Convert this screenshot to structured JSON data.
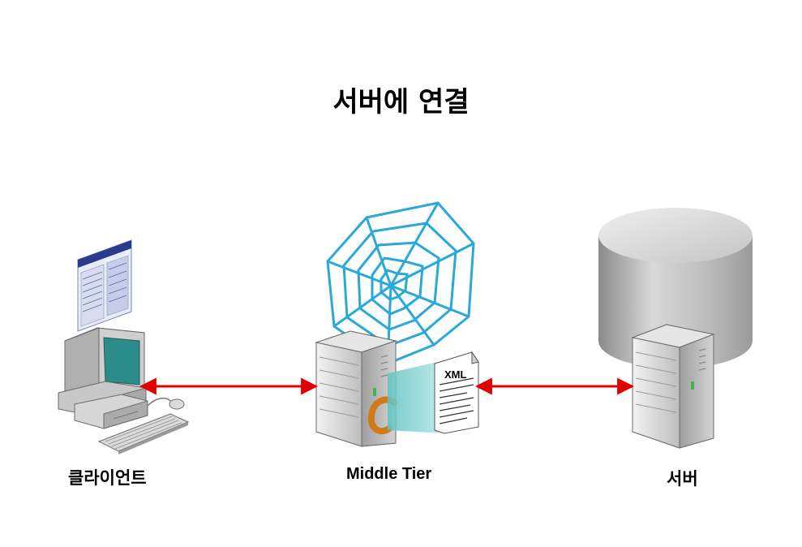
{
  "title": "서버에 연결",
  "nodes": {
    "client": {
      "label": "클라이언트"
    },
    "middle": {
      "label": "Middle Tier",
      "doc_text": "XML"
    },
    "server": {
      "label": "서버"
    }
  },
  "colors": {
    "connector": "#e00000",
    "web": "#2aa8d8",
    "tower": "#c9c9c9",
    "cylinder": "#b8b8b8",
    "screen": "#2c8c8c",
    "c_logo": "#d07a18",
    "xml_panel": "#7fd0d0"
  }
}
